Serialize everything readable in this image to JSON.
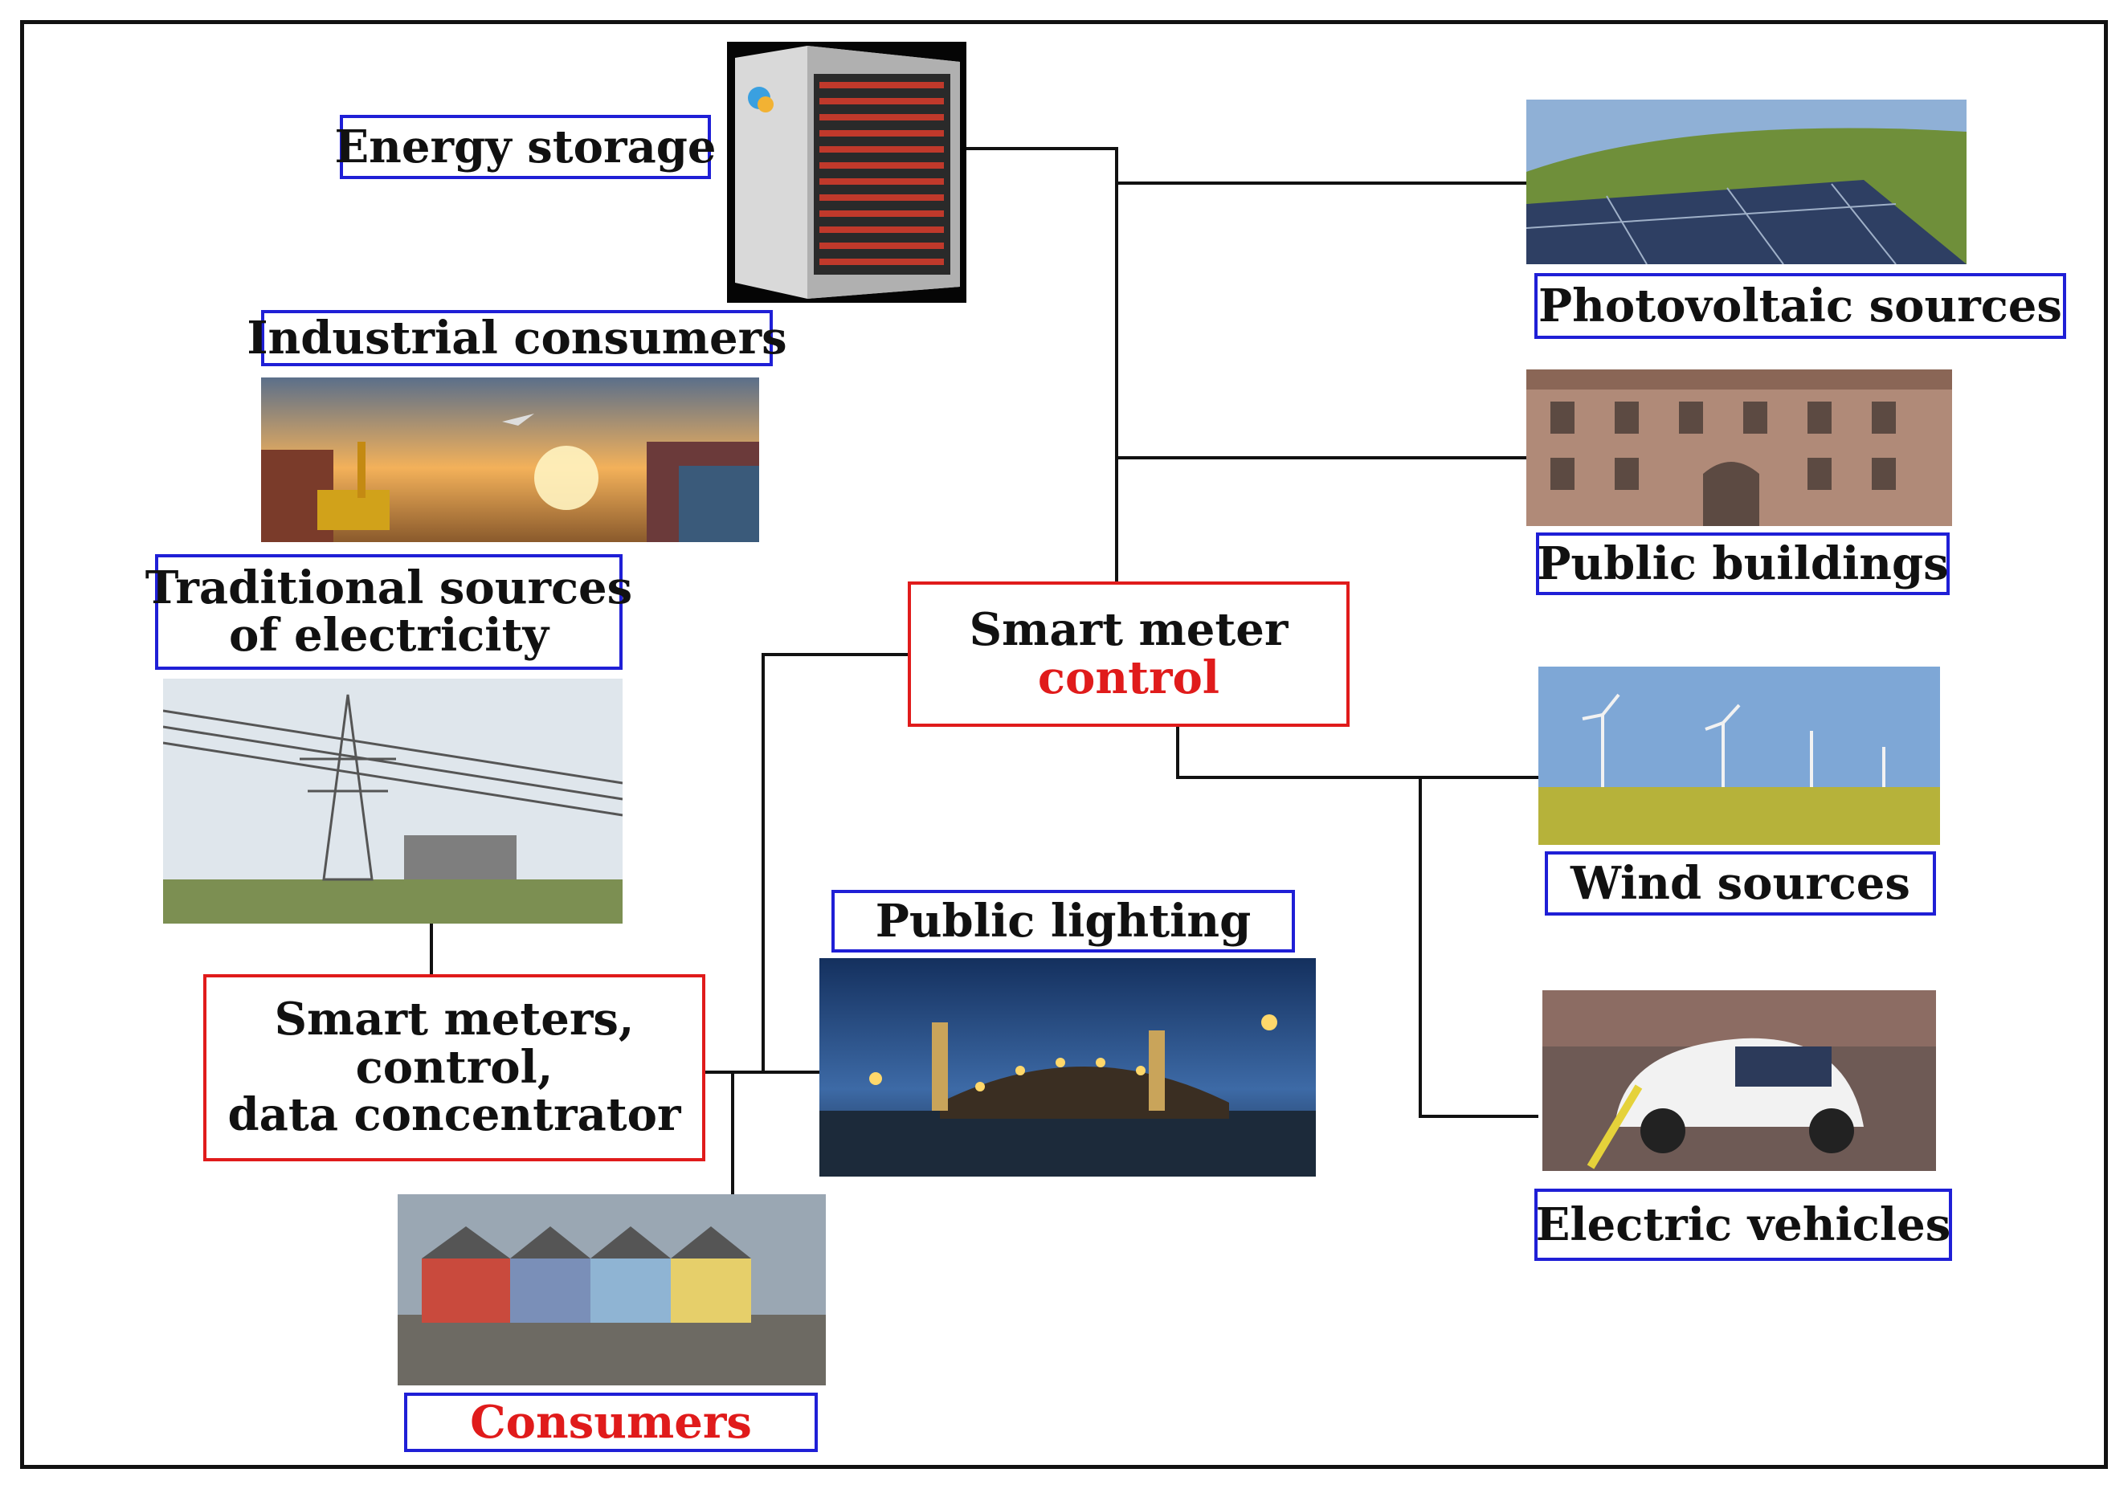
{
  "labels": {
    "energy_storage": "Energy storage",
    "industrial_consumers": "Industrial consumers",
    "traditional_sources_line1": "Traditional sources",
    "traditional_sources_line2": "of electricity",
    "photovoltaic_sources": "Photovoltaic sources",
    "public_buildings": "Public buildings",
    "wind_sources": "Wind sources",
    "public_lighting": "Public lighting",
    "electric_vehicles": "Electric vehicles",
    "consumers": "Consumers"
  },
  "central_node": {
    "line1": "Smart meter",
    "line2": "control"
  },
  "concentrator_node": {
    "line1": "Smart meters,",
    "line2": "control,",
    "line3": "data concentrator"
  },
  "colors": {
    "label_border": "#1f1fd6",
    "node_border": "#e01b1b",
    "accent_text": "#e01b1b",
    "wire": "#111111"
  }
}
